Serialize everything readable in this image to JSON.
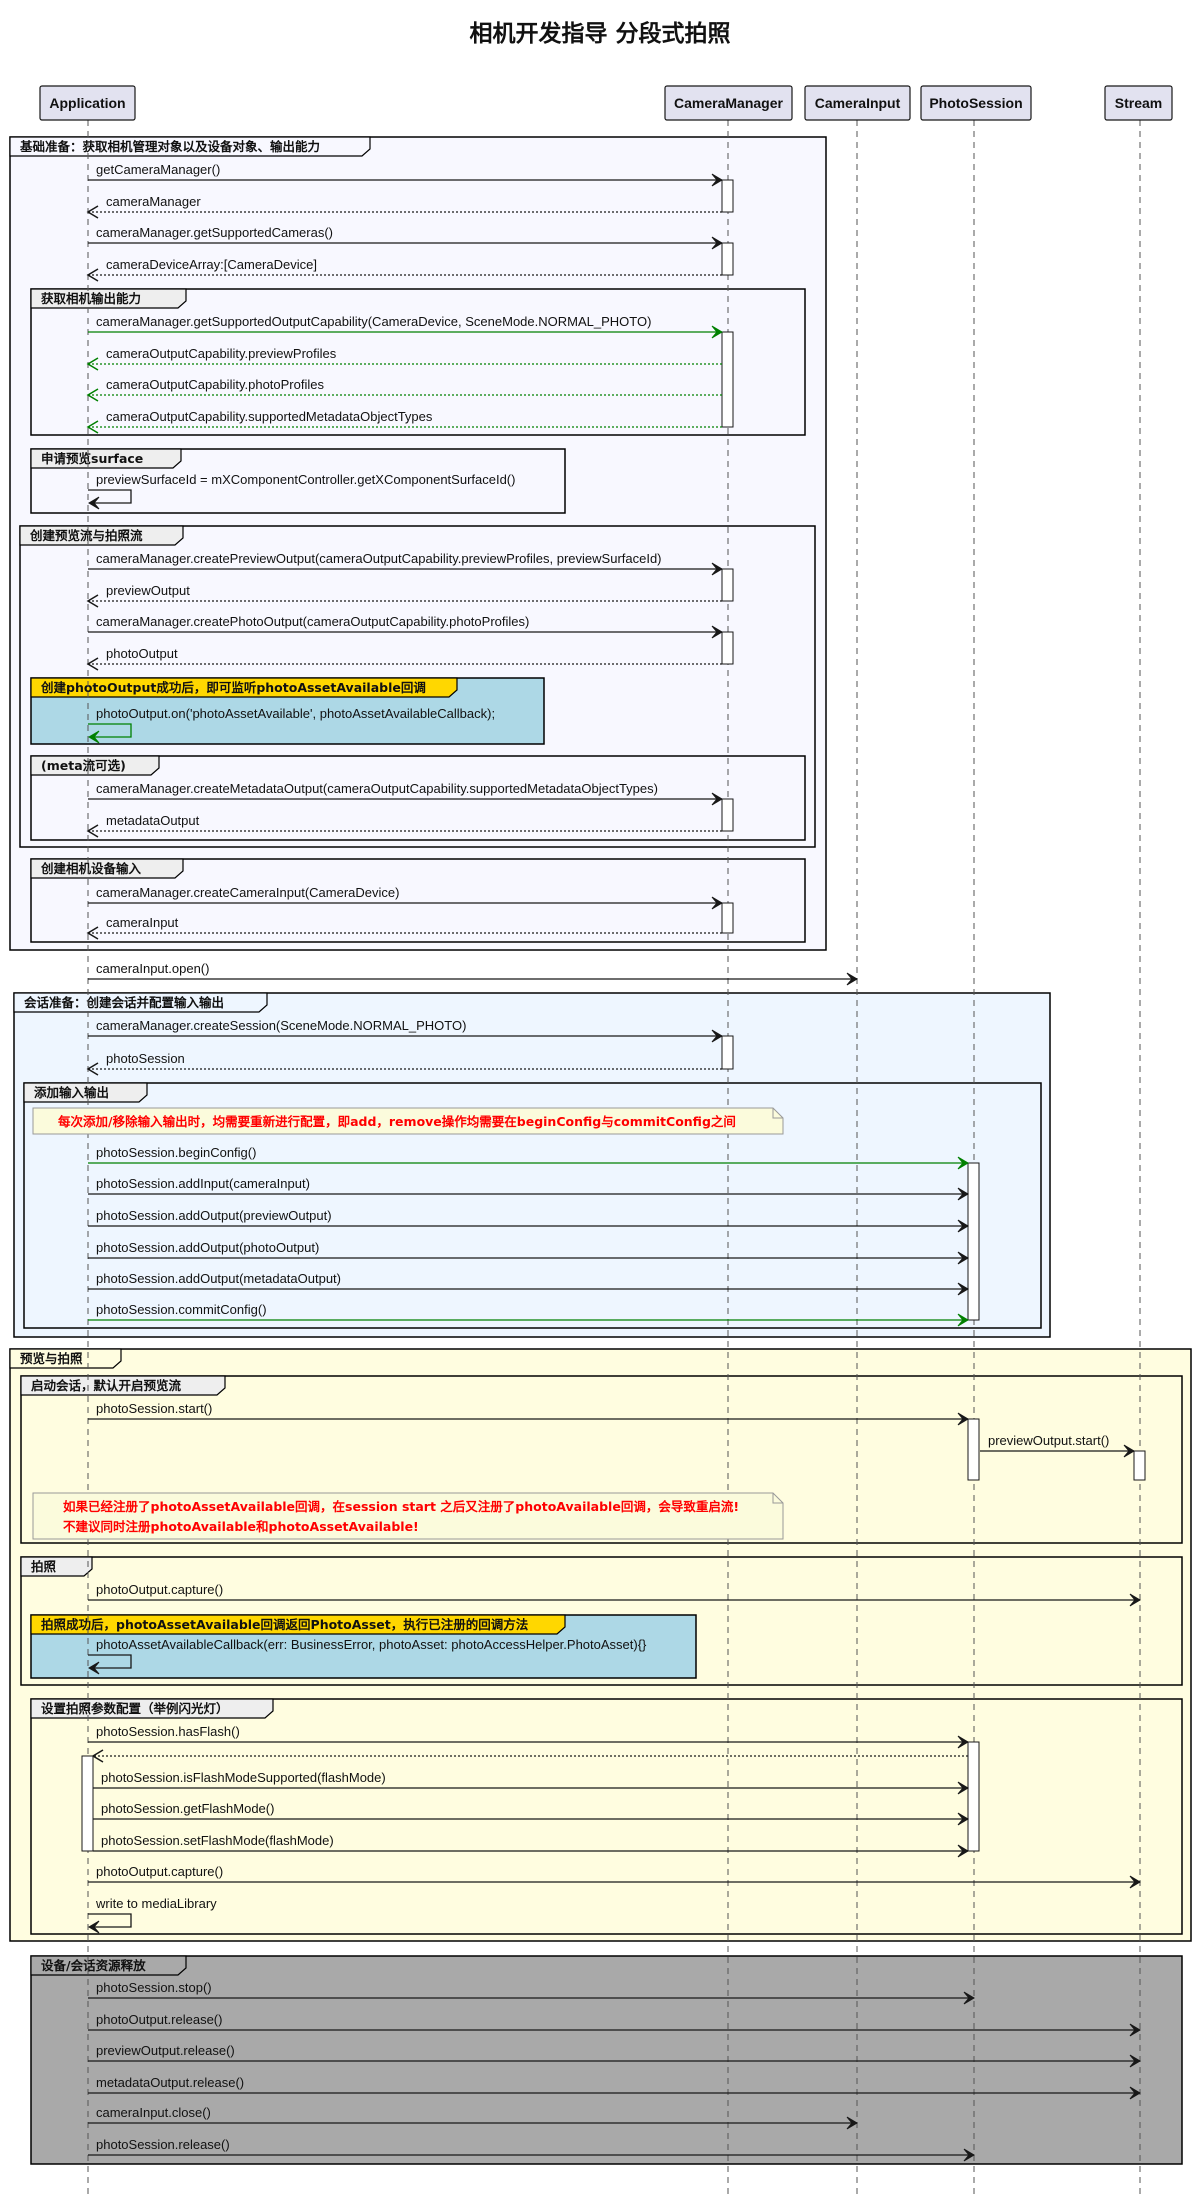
{
  "title": "相机开发指导 分段式拍照",
  "participants": [
    {
      "id": "app",
      "name": "Application"
    },
    {
      "id": "cm",
      "name": "CameraManager"
    },
    {
      "id": "ci",
      "name": "CameraInput"
    },
    {
      "id": "ps",
      "name": "PhotoSession"
    },
    {
      "id": "st",
      "name": "Stream"
    }
  ],
  "colors": {
    "participant_bg": "#e2e2f0",
    "frame_basic": "#f8f8ff",
    "frame_session": "#eef6ff",
    "frame_preview": "#fffde0",
    "frame_release": "#a9a9a9",
    "group_blue": "#add8e6",
    "group_tab_yellow": "#ffd700",
    "note_bg": "#fbfbdc",
    "note_text": "#ff0000",
    "arrow_default": "#181818",
    "arrow_green": "#008000"
  },
  "frames": [
    {
      "label": "基础准备：获取相机管理对象以及设备对象、输出能力",
      "style": "frame_basic"
    },
    {
      "label": "获取相机输出能力",
      "style": "plain"
    },
    {
      "label": "申请预览surface",
      "style": "plain"
    },
    {
      "label": "创建预览流与拍照流",
      "style": "plain"
    },
    {
      "label": "创建photoOutput成功后，即可监听photoAssetAvailable回调",
      "style": "group_blue"
    },
    {
      "label": "(meta流可选)",
      "style": "plain"
    },
    {
      "label": "创建相机设备输入",
      "style": "plain"
    },
    {
      "label": "会话准备：创建会话并配置输入输出",
      "style": "frame_session"
    },
    {
      "label": "添加输入输出",
      "style": "plain"
    },
    {
      "label": "预览与拍照",
      "style": "frame_preview"
    },
    {
      "label": "启动会话，默认开启预览流",
      "style": "plain"
    },
    {
      "label": "拍照",
      "style": "plain"
    },
    {
      "label": "拍照成功后，photoAssetAvailable回调返回PhotoAsset，执行已注册的回调方法",
      "style": "group_blue"
    },
    {
      "label": "设置拍照参数配置（举例闪光灯）",
      "style": "plain"
    },
    {
      "label": "设备/会话资源释放",
      "style": "frame_release"
    }
  ],
  "notes": [
    {
      "lines": [
        "每次添加/移除输入输出时，均需要重新进行配置，即add，remove操作均需要在beginConfig与commitConfig之间"
      ]
    },
    {
      "lines": [
        "如果已经注册了photoAssetAvailable回调，在session start 之后又注册了photoAvailable回调，会导致重启流!",
        "不建议同时注册photoAvailable和photoAssetAvailable!"
      ]
    }
  ],
  "messages": [
    {
      "label": "getCameraManager()",
      "from": "app",
      "to": "cm",
      "kind": "call",
      "color": "arrow_default"
    },
    {
      "label": "cameraManager",
      "from": "cm",
      "to": "app",
      "kind": "return",
      "color": "arrow_default"
    },
    {
      "label": "cameraManager.getSupportedCameras()",
      "from": "app",
      "to": "cm",
      "kind": "call",
      "color": "arrow_default"
    },
    {
      "label": "cameraDeviceArray:[CameraDevice]",
      "from": "cm",
      "to": "app",
      "kind": "return",
      "color": "arrow_default"
    },
    {
      "label": "cameraManager.getSupportedOutputCapability(CameraDevice, SceneMode.NORMAL_PHOTO)",
      "from": "app",
      "to": "cm",
      "kind": "call",
      "color": "arrow_green"
    },
    {
      "label": "cameraOutputCapability.previewProfiles",
      "from": "cm",
      "to": "app",
      "kind": "return",
      "color": "arrow_green"
    },
    {
      "label": "cameraOutputCapability.photoProfiles",
      "from": "cm",
      "to": "app",
      "kind": "return",
      "color": "arrow_green"
    },
    {
      "label": "cameraOutputCapability.supportedMetadataObjectTypes",
      "from": "cm",
      "to": "app",
      "kind": "return",
      "color": "arrow_green"
    },
    {
      "label": "previewSurfaceId = mXComponentController.getXComponentSurfaceId()",
      "from": "app",
      "to": "app",
      "kind": "self",
      "color": "arrow_default"
    },
    {
      "label": "cameraManager.createPreviewOutput(cameraOutputCapability.previewProfiles, previewSurfaceId)",
      "from": "app",
      "to": "cm",
      "kind": "call",
      "color": "arrow_default"
    },
    {
      "label": "previewOutput",
      "from": "cm",
      "to": "app",
      "kind": "return",
      "color": "arrow_default"
    },
    {
      "label": "cameraManager.createPhotoOutput(cameraOutputCapability.photoProfiles)",
      "from": "app",
      "to": "cm",
      "kind": "call",
      "color": "arrow_default"
    },
    {
      "label": "photoOutput",
      "from": "cm",
      "to": "app",
      "kind": "return",
      "color": "arrow_default"
    },
    {
      "label": "photoOutput.on('photoAssetAvailable', photoAssetAvailableCallback);",
      "from": "app",
      "to": "app",
      "kind": "self",
      "color": "arrow_green"
    },
    {
      "label": "cameraManager.createMetadataOutput(cameraOutputCapability.supportedMetadataObjectTypes)",
      "from": "app",
      "to": "cm",
      "kind": "call",
      "color": "arrow_default"
    },
    {
      "label": "metadataOutput",
      "from": "cm",
      "to": "app",
      "kind": "return",
      "color": "arrow_default"
    },
    {
      "label": "cameraManager.createCameraInput(CameraDevice)",
      "from": "app",
      "to": "cm",
      "kind": "call",
      "color": "arrow_default"
    },
    {
      "label": "cameraInput",
      "from": "cm",
      "to": "app",
      "kind": "return",
      "color": "arrow_default"
    },
    {
      "label": "cameraInput.open()",
      "from": "app",
      "to": "ci",
      "kind": "call",
      "color": "arrow_default"
    },
    {
      "label": "cameraManager.createSession(SceneMode.NORMAL_PHOTO)",
      "from": "app",
      "to": "cm",
      "kind": "call",
      "color": "arrow_default"
    },
    {
      "label": "photoSession",
      "from": "cm",
      "to": "app",
      "kind": "return",
      "color": "arrow_default"
    },
    {
      "label": "photoSession.beginConfig()",
      "from": "app",
      "to": "ps",
      "kind": "call",
      "color": "arrow_green"
    },
    {
      "label": "photoSession.addInput(cameraInput)",
      "from": "app",
      "to": "ps",
      "kind": "call",
      "color": "arrow_default"
    },
    {
      "label": "photoSession.addOutput(previewOutput)",
      "from": "app",
      "to": "ps",
      "kind": "call",
      "color": "arrow_default"
    },
    {
      "label": "photoSession.addOutput(photoOutput)",
      "from": "app",
      "to": "ps",
      "kind": "call",
      "color": "arrow_default"
    },
    {
      "label": "photoSession.addOutput(metadataOutput)",
      "from": "app",
      "to": "ps",
      "kind": "call",
      "color": "arrow_default"
    },
    {
      "label": "photoSession.commitConfig()",
      "from": "app",
      "to": "ps",
      "kind": "call",
      "color": "arrow_green"
    },
    {
      "label": "photoSession.start()",
      "from": "app",
      "to": "ps",
      "kind": "call",
      "color": "arrow_default"
    },
    {
      "label": "previewOutput.start()",
      "from": "ps",
      "to": "st",
      "kind": "call",
      "color": "arrow_default"
    },
    {
      "label": "photoOutput.capture()",
      "from": "app",
      "to": "st",
      "kind": "call",
      "color": "arrow_default"
    },
    {
      "label": "photoAssetAvailableCallback(err: BusinessError, photoAsset: photoAccessHelper.PhotoAsset){}",
      "from": "app",
      "to": "app",
      "kind": "self",
      "color": "arrow_default"
    },
    {
      "label": "photoSession.hasFlash()",
      "from": "app",
      "to": "ps",
      "kind": "call",
      "color": "arrow_default"
    },
    {
      "label": "",
      "from": "ps",
      "to": "app",
      "kind": "return",
      "color": "arrow_default"
    },
    {
      "label": "photoSession.isFlashModeSupported(flashMode)",
      "from": "app",
      "to": "ps",
      "kind": "call",
      "color": "arrow_default"
    },
    {
      "label": "photoSession.getFlashMode()",
      "from": "app",
      "to": "ps",
      "kind": "call",
      "color": "arrow_default"
    },
    {
      "label": "photoSession.setFlashMode(flashMode)",
      "from": "app",
      "to": "ps",
      "kind": "call",
      "color": "arrow_default"
    },
    {
      "label": "photoOutput.capture()",
      "from": "app",
      "to": "st",
      "kind": "call",
      "color": "arrow_default"
    },
    {
      "label": "write to mediaLibrary",
      "from": "app",
      "to": "app",
      "kind": "self",
      "color": "arrow_default"
    },
    {
      "label": "photoSession.stop()",
      "from": "app",
      "to": "ps",
      "kind": "call",
      "color": "arrow_default"
    },
    {
      "label": "photoOutput.release()",
      "from": "app",
      "to": "st",
      "kind": "call",
      "color": "arrow_default"
    },
    {
      "label": "previewOutput.release()",
      "from": "app",
      "to": "st",
      "kind": "call",
      "color": "arrow_default"
    },
    {
      "label": "metadataOutput.release()",
      "from": "app",
      "to": "st",
      "kind": "call",
      "color": "arrow_default"
    },
    {
      "label": "cameraInput.close()",
      "from": "app",
      "to": "ci",
      "kind": "call",
      "color": "arrow_default"
    },
    {
      "label": "photoSession.release()",
      "from": "app",
      "to": "ps",
      "kind": "call",
      "color": "arrow_default"
    }
  ]
}
